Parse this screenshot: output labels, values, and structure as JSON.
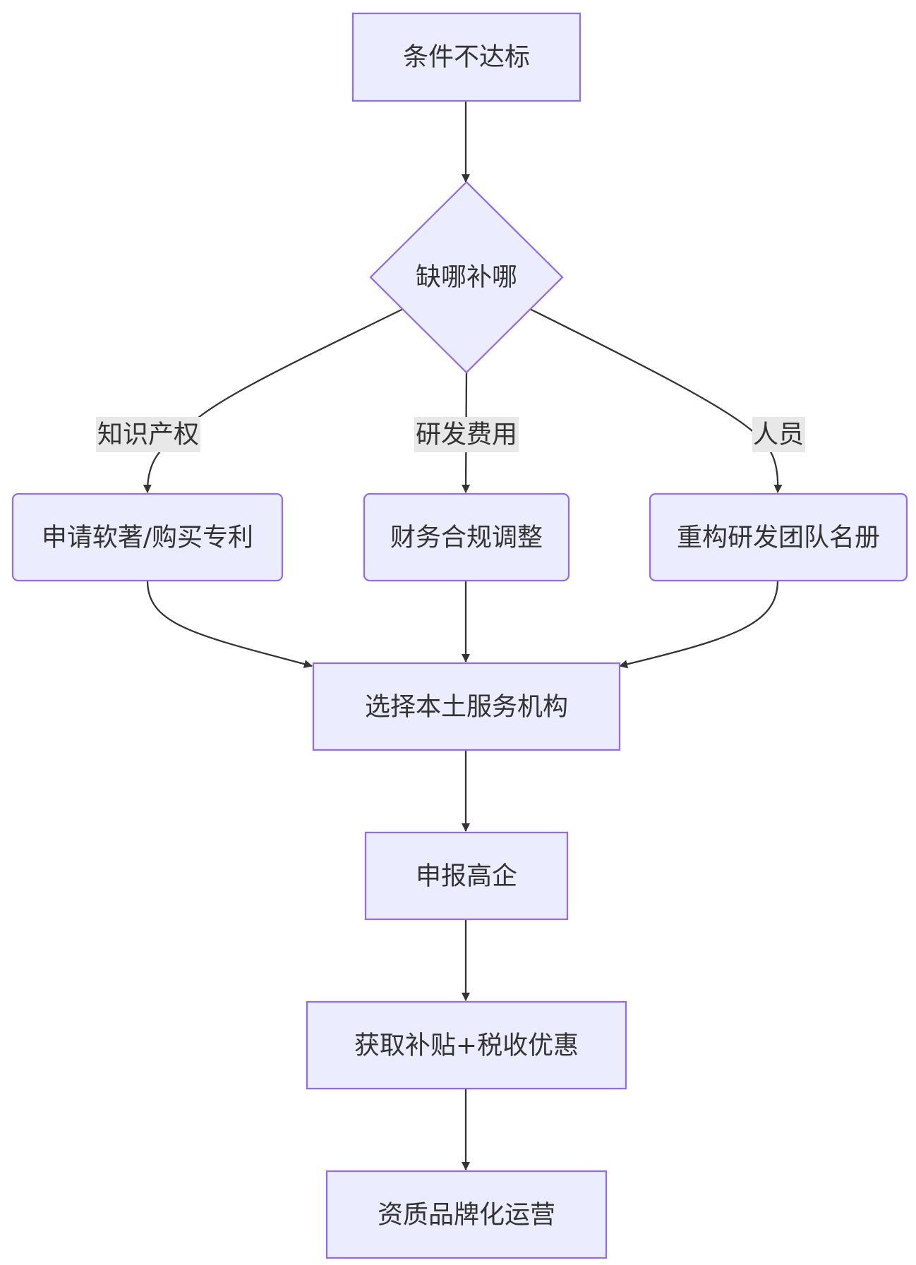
{
  "nodes": {
    "start": "条件不达标",
    "decision": "缺哪补哪",
    "ip": "申请软著/购买专利",
    "finance": "财务合规调整",
    "team": "重构研发团队名册",
    "agency": "选择本土服务机构",
    "apply": "申报高企",
    "benefit": "获取补贴+税收优惠",
    "brand": "资质品牌化运营"
  },
  "edge_labels": {
    "ip": "知识产权",
    "rd_cost": "研发费用",
    "staff": "人员"
  },
  "colors": {
    "node_fill": "#ECECFF",
    "node_stroke": "#9370DB",
    "edge": "#333333",
    "label_bg": "#E8E8E8",
    "text": "#333333"
  }
}
